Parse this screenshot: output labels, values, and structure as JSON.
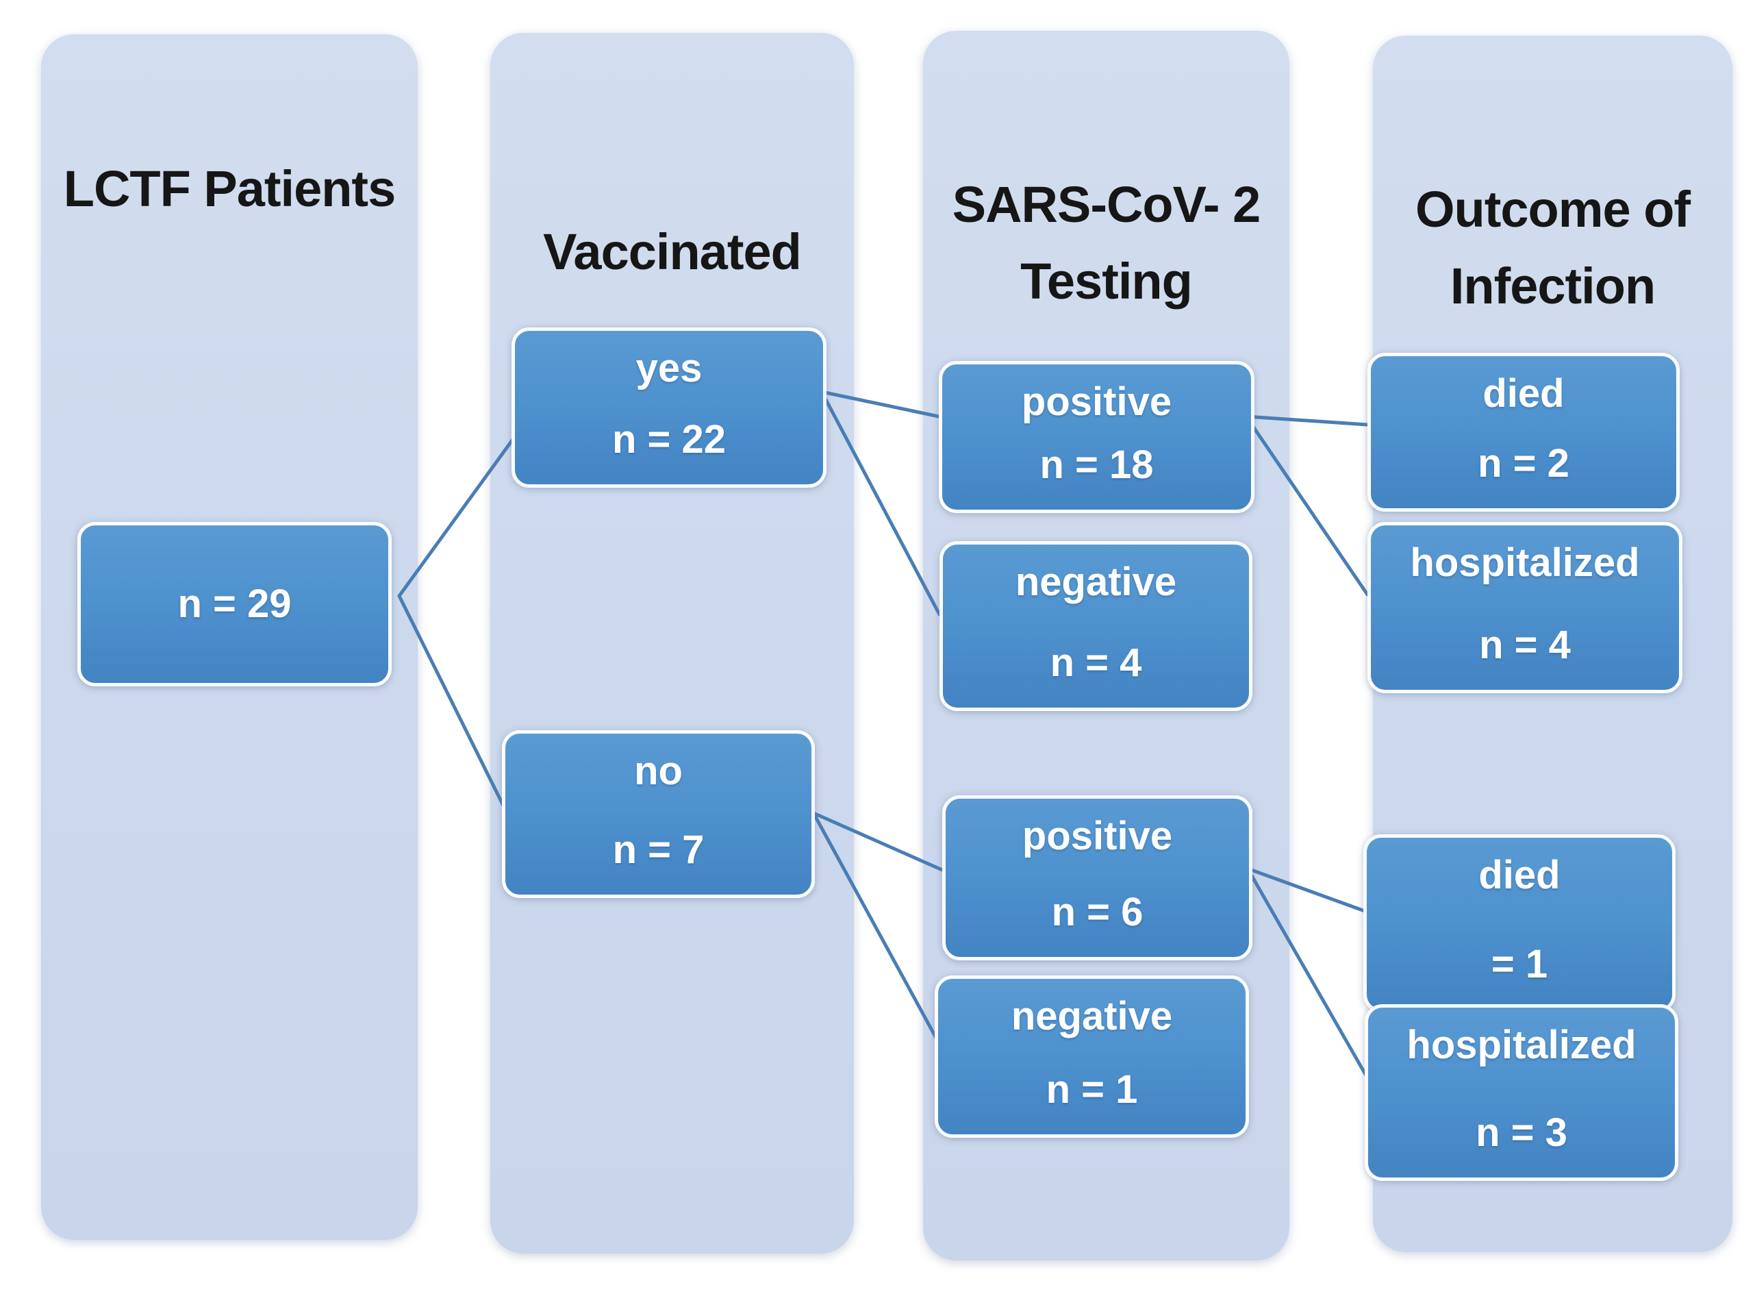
{
  "diagram": {
    "columns": [
      {
        "id": "lctf-patients",
        "header_lines": [
          "LCTF",
          "Patients"
        ]
      },
      {
        "id": "vaccinated",
        "header_lines": [
          "Vaccinated"
        ]
      },
      {
        "id": "sars-cov-2-testing",
        "header_lines": [
          "SARS-CoV-",
          "2 Testing"
        ]
      },
      {
        "id": "outcome-of-infection",
        "header_lines": [
          "Outcome of",
          "Infection"
        ]
      }
    ],
    "nodes": {
      "n29": {
        "line1": "n = 29"
      },
      "yes": {
        "line1": "yes",
        "line2": "n = 22"
      },
      "no": {
        "line1": "no",
        "line2": "n = 7"
      },
      "pos18": {
        "line1": "positive",
        "line2": "n = 18"
      },
      "neg4": {
        "line1": "negative",
        "line2": "n = 4"
      },
      "pos6": {
        "line1": "positive",
        "line2": "n = 6"
      },
      "neg1": {
        "line1": "negative",
        "line2": "n = 1"
      },
      "died2": {
        "line1": "died",
        "line2": "n = 2"
      },
      "hosp4": {
        "line1": "hospitalized",
        "line2": "n = 4"
      },
      "died1": {
        "line1": "died",
        "line2": "= 1"
      },
      "hosp3": {
        "line1": "hospitalized",
        "line2": "n = 3"
      }
    },
    "edges": [
      {
        "from": "n29",
        "to": "yes"
      },
      {
        "from": "n29",
        "to": "no"
      },
      {
        "from": "yes",
        "to": "pos18"
      },
      {
        "from": "yes",
        "to": "neg4"
      },
      {
        "from": "pos18",
        "to": "died2"
      },
      {
        "from": "pos18",
        "to": "hosp4"
      },
      {
        "from": "no",
        "to": "pos6"
      },
      {
        "from": "no",
        "to": "neg1"
      },
      {
        "from": "pos6",
        "to": "died1"
      },
      {
        "from": "pos6",
        "to": "hosp3"
      }
    ],
    "colors": {
      "column_fill": "#ccd8ec",
      "node_fill": "#4e92ce",
      "node_border": "#fbfdff",
      "connector": "#4a7db5",
      "header_text": "#161616",
      "node_text": "#ffffff"
    }
  }
}
